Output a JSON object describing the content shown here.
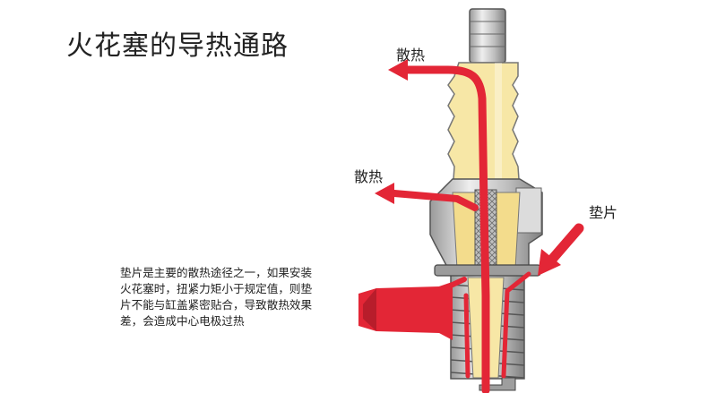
{
  "title": "火花塞的导热通路",
  "labels": {
    "heat_top": "散热",
    "heat_mid": "散热",
    "gasket": "垫片"
  },
  "description": {
    "lines": [
      "垫片是主要的散热途径之一，如果安装",
      "火花塞时，扭紧力矩小于规定值，则垫",
      "片不能与缸盖紧密贴合，导致散热效果",
      "差，会造成中心电极过热"
    ]
  },
  "colors": {
    "heat_path": "#e32636",
    "ceramic": "#f7e7a6",
    "metal": "#c9c9c9",
    "metal_dark": "#8a8a8a"
  }
}
